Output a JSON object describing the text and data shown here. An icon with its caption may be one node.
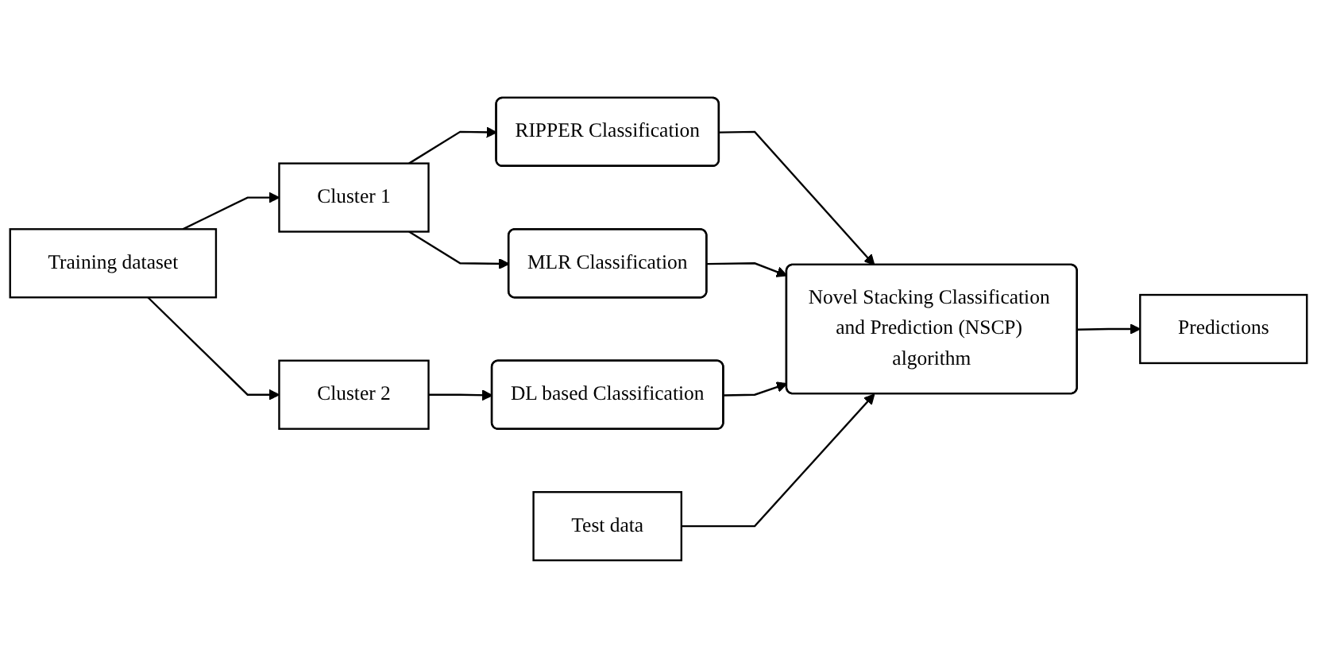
{
  "diagram": {
    "nodes": [
      {
        "text": [
          "Training dataset"
        ]
      },
      {
        "text": [
          "Cluster 1"
        ]
      },
      {
        "text": [
          "Cluster 2"
        ]
      },
      {
        "text": [
          "RIPPER Classification"
        ]
      },
      {
        "text": [
          "MLR Classification"
        ]
      },
      {
        "text": [
          "DL based Classification"
        ]
      },
      {
        "text": [
          "Test data"
        ]
      },
      {
        "text": [
          "Novel Stacking Classification and Prediction (NSCP) algorithm"
        ]
      },
      {
        "text": [
          "Predictions"
        ]
      }
    ],
    "edges": [
      {
        "from": 0,
        "to": 1,
        "arrow": "to"
      },
      {
        "from": 0,
        "to": 2,
        "arrow": "to"
      },
      {
        "from": 1,
        "to": 3,
        "arrow": "to"
      },
      {
        "from": 1,
        "to": 4,
        "arrow": "to"
      },
      {
        "from": 2,
        "to": 5,
        "arrow": "to"
      },
      {
        "from": 3,
        "to": 7,
        "arrow": "to"
      },
      {
        "from": 4,
        "to": 7,
        "arrow": "to"
      },
      {
        "from": 5,
        "to": 7,
        "arrow": "to"
      },
      {
        "from": 6,
        "to": 7,
        "arrow": "to"
      },
      {
        "from": 7,
        "to": 8,
        "arrow": "to"
      }
    ]
  }
}
